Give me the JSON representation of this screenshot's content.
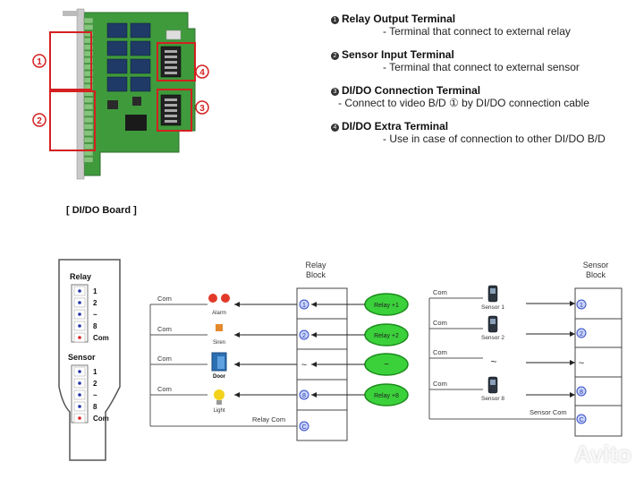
{
  "terminals": [
    {
      "marker": "1",
      "title": "Relay Output Terminal",
      "desc": "- Terminal that connect to external relay"
    },
    {
      "marker": "2",
      "title": "Sensor Input Terminal",
      "desc": "- Terminal that connect to external sensor"
    },
    {
      "marker": "3",
      "title": "DI/DO Connection Terminal",
      "desc": "- Connect to video B/D ① by DI/DO connection cable"
    },
    {
      "marker": "4",
      "title": "DI/DO Extra Terminal",
      "desc": "- Use in case of connection to other DI/DO B/D"
    }
  ],
  "board": {
    "caption": "[ DI/DO Board ]",
    "callouts": [
      "①",
      "②",
      "③",
      "④"
    ],
    "pcb_color": "#3f9a3c",
    "callout_color": "#d42020"
  },
  "connector": {
    "relay_label": "Relay",
    "relay_pins": [
      "1",
      "2",
      "~",
      "8",
      "Com"
    ],
    "sensor_label": "Sensor",
    "sensor_pins": [
      "1",
      "2",
      "~",
      "8",
      "Com"
    ]
  },
  "relay_side": {
    "block_label": [
      "Relay",
      "Block"
    ],
    "com_labels": [
      "Com",
      "Com",
      "Com",
      "Com"
    ],
    "relay_com_label": "Relay Com",
    "devices": [
      "Alarm",
      "Siren",
      "Door",
      "Light"
    ],
    "ovals": [
      "Relay  +1",
      "Relay  +2",
      "~",
      "Relay  +8"
    ],
    "block_slots": [
      "1",
      "2",
      "~",
      "8",
      "C"
    ],
    "oval_color": "#3bd13b"
  },
  "sensor_side": {
    "block_label": [
      "Sensor",
      "Block"
    ],
    "com_labels": [
      "Com",
      "Com",
      "Com",
      "Com"
    ],
    "sensor_com_label": "Sensor Com",
    "sensors": [
      "Sensor 1",
      "Sensor 2",
      "~",
      "Sensor 8"
    ],
    "block_slots": [
      "1",
      "2",
      "~",
      "8",
      "C"
    ]
  },
  "watermark": "Avito"
}
